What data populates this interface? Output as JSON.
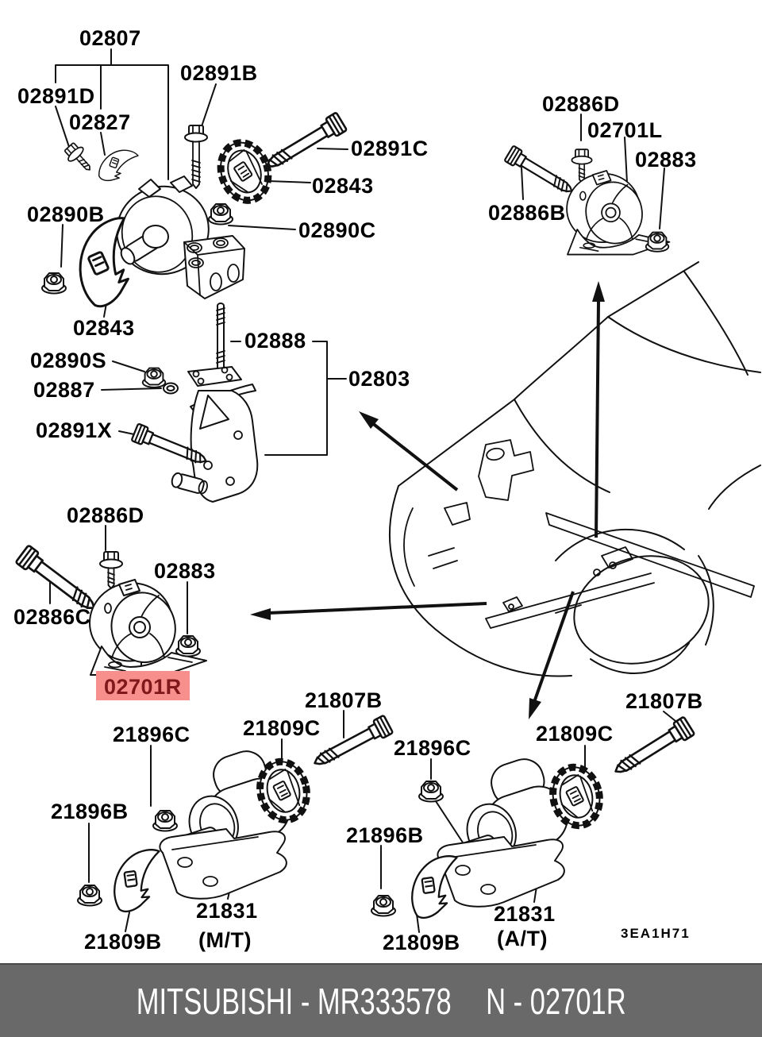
{
  "diagram": {
    "description": "Mitsubishi engine mounting parts exploded diagram",
    "drawing_code": "3EA1H71",
    "highlighted_part": "02701R",
    "colors": {
      "line": "#111111",
      "highlight_bg": "#F7908C",
      "highlight_fg": "#7E181A",
      "footer_bg": "#696969",
      "footer_fg": "#ffffff"
    },
    "labels": {
      "p02807": "02807",
      "p02891D": "02891D",
      "p02827": "02827",
      "p02891B": "02891B",
      "p02891C": "02891C",
      "p02843_top": "02843",
      "p02890C": "02890C",
      "p02890B": "02890B",
      "p02843_left": "02843",
      "p02890S": "02890S",
      "p02887": "02887",
      "p02888": "02888",
      "p02803": "02803",
      "p02891X": "02891X",
      "p02886D_left": "02886D",
      "p02883_left": "02883",
      "p02886C": "02886C",
      "p02701R": "02701R",
      "p02886D_right": "02886D",
      "p02701L": "02701L",
      "p02883_right": "02883",
      "p02886B": "02886B",
      "p21896C_left": "21896C",
      "p21809C_left": "21809C",
      "p21807B_left": "21807B",
      "p21896B_left": "21896B",
      "p21831_mt": "21831",
      "p21831_mt_note": "(M/T)",
      "p21809B_left": "21809B",
      "p21896C_right": "21896C",
      "p21809C_right": "21809C",
      "p21807B_right": "21807B",
      "p21896B_right": "21896B",
      "p21831_at": "21831",
      "p21831_at_note": "(A/T)",
      "p21809B_right": "21809B"
    }
  },
  "footer": {
    "brand_part": "MITSUBISHI - MR333578",
    "part_ref": "N - 02701R"
  }
}
